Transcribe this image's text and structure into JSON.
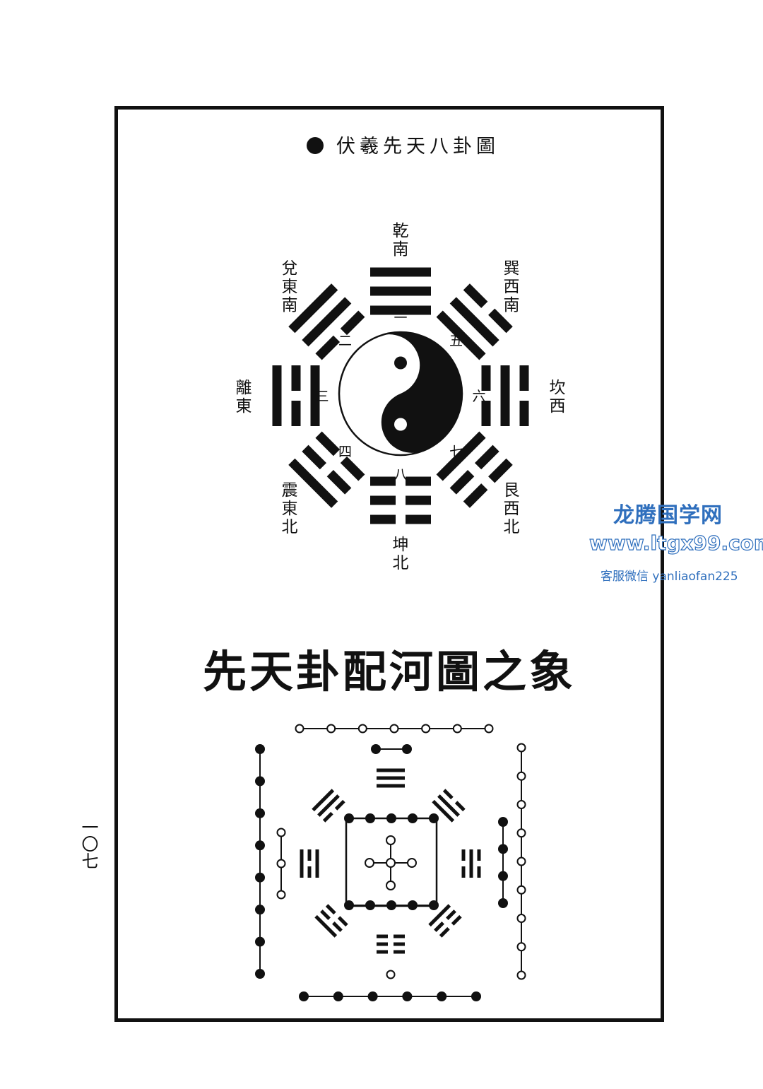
{
  "top_diagram": {
    "title": "伏羲先天八卦圖",
    "trigrams": [
      {
        "name": "乾",
        "direction": "南",
        "number": "一",
        "lines": [
          1,
          1,
          1
        ]
      },
      {
        "name": "兌",
        "direction": "東南",
        "number": "二",
        "lines": [
          0,
          1,
          1
        ]
      },
      {
        "name": "離",
        "direction": "東",
        "number": "三",
        "lines": [
          1,
          0,
          1
        ]
      },
      {
        "name": "震",
        "direction": "東北",
        "number": "四",
        "lines": [
          0,
          0,
          1
        ]
      },
      {
        "name": "巽",
        "direction": "西南",
        "number": "五",
        "lines": [
          1,
          1,
          0
        ]
      },
      {
        "name": "坎",
        "direction": "西",
        "number": "六",
        "lines": [
          0,
          1,
          0
        ]
      },
      {
        "name": "艮",
        "direction": "西北",
        "number": "七",
        "lines": [
          1,
          0,
          0
        ]
      },
      {
        "name": "坤",
        "direction": "北",
        "number": "八",
        "lines": [
          0,
          0,
          0
        ]
      }
    ]
  },
  "bottom_diagram": {
    "title": "先天卦配河圖之象"
  },
  "page_number": "一〇七",
  "watermark": {
    "title": "龙腾国学网",
    "url": "www.ltgx99.com",
    "contact": "客服微信 yanliaofan225"
  },
  "colors": {
    "ink": "#111111",
    "paper": "#ffffff",
    "watermark": "#2f6fbd"
  }
}
